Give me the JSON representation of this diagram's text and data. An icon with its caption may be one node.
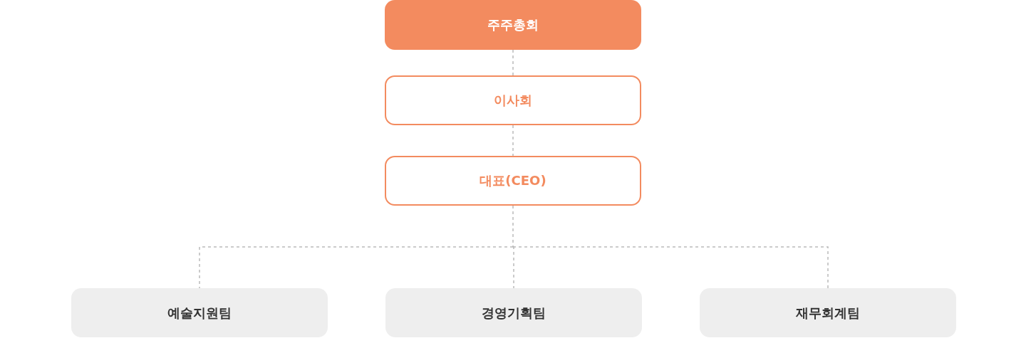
{
  "diagram": {
    "nodes": [
      {
        "text": [
          "주주총회"
        ]
      },
      {
        "text": [
          "이사회"
        ]
      },
      {
        "text": [
          "대표(CEO)"
        ]
      },
      {
        "text": [
          "예술지원팀"
        ]
      },
      {
        "text": [
          "경영기획팀"
        ]
      },
      {
        "text": [
          "재무회계팀"
        ]
      }
    ],
    "edges": [
      {
        "from": 0,
        "to": 1,
        "arrow": "none",
        "style": "dashed"
      },
      {
        "from": 1,
        "to": 2,
        "arrow": "none",
        "style": "dashed"
      },
      {
        "from": 2,
        "to": 3,
        "arrow": "none",
        "style": "dashed"
      },
      {
        "from": 2,
        "to": 4,
        "arrow": "none",
        "style": "dashed"
      },
      {
        "from": 2,
        "to": 5,
        "arrow": "none",
        "style": "dashed"
      }
    ]
  }
}
